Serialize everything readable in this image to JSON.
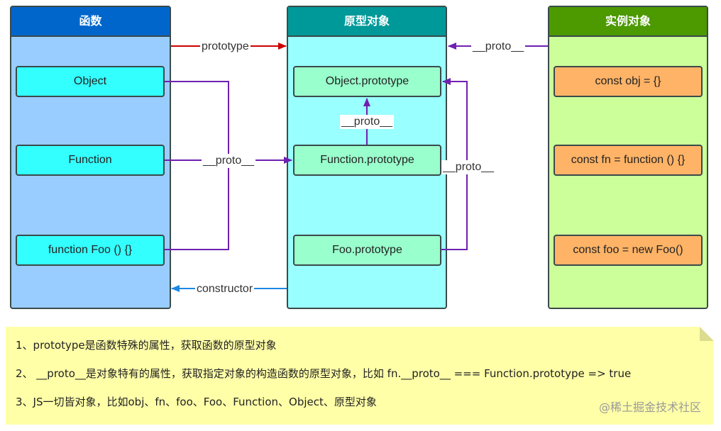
{
  "columns": {
    "functions": {
      "title": "函数",
      "header_color": "#0066cc",
      "body_color": "#99ccff"
    },
    "prototypes": {
      "title": "原型对象",
      "header_color": "#009999",
      "body_color": "#99ffff"
    },
    "instances": {
      "title": "实例对象",
      "header_color": "#4c9900",
      "body_color": "#ccff99"
    }
  },
  "boxes": {
    "object": "Object",
    "function": "Function",
    "foo": "function Foo () {}",
    "object_prototype": "Object.prototype",
    "function_prototype": "Function.prototype",
    "foo_prototype": "Foo.prototype",
    "obj": "const obj = {}",
    "fn": "const fn = function () {}",
    "foo_instance": "const foo = new Foo()"
  },
  "edges": {
    "prototype": "prototype",
    "proto_top": "__proto__",
    "proto_mid": "__proto__",
    "proto_funcproto": "__proto__",
    "proto_right": "__proto__",
    "constructor": "constructor"
  },
  "colors": {
    "red_arrow": "#cc0000",
    "purple_arrow": "#7020b0",
    "blue_arrow": "#1e88e5",
    "function_box": "#33ffff",
    "prototype_box": "#99ffcc",
    "instance_box": "#ffb366",
    "note_bg": "#ffffa8"
  },
  "notes": [
    "1、prototype是函数特殊的属性，获取函数的原型对象",
    "2、 __proto__是对象特有的属性，获取指定对象的构造函数的原型对象，比如 fn.__proto__ === Function.prototype  => true",
    "3、JS一切皆对象，比如obj、fn、foo、Foo、Function、Object、原型对象"
  ],
  "watermark": "@稀土掘金技术社区"
}
